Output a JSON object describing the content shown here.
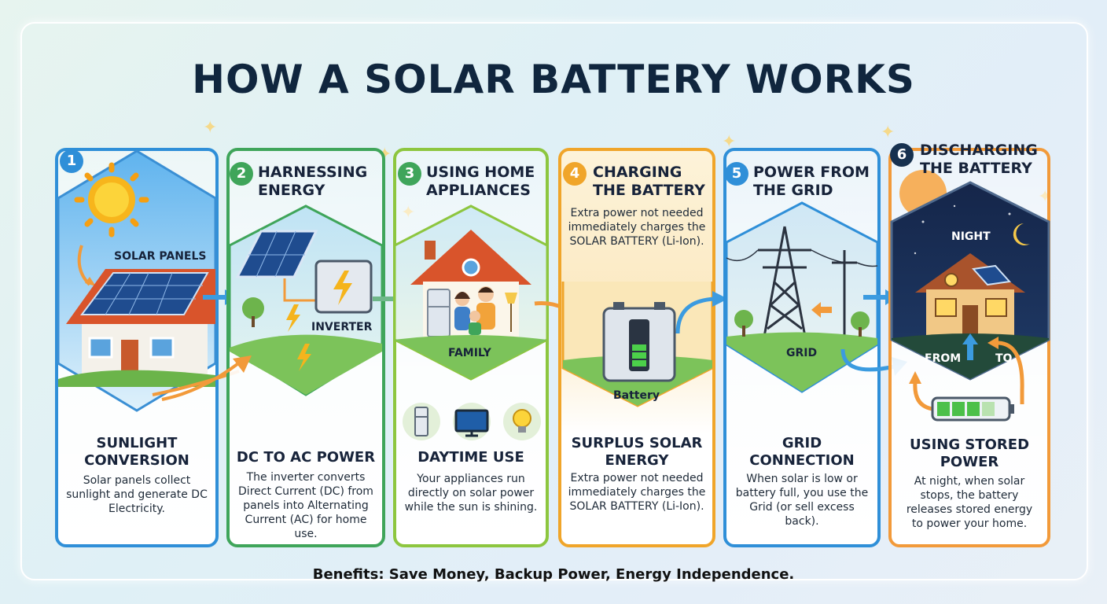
{
  "title": "HOW A SOLAR BATTERY WORKS",
  "footer": "Benefits: Save Money, Backup Power, Energy Independence.",
  "colors": {
    "step1": "#2f8fd8",
    "step2": "#3fa55a",
    "step3": "#8dc63f",
    "step4": "#f0a52a",
    "step5": "#2f8fd8",
    "step6": "#f29a3a",
    "navy": "#17233a"
  },
  "steps": [
    {
      "number": "1",
      "heading": "",
      "image_label": "SOLAR PANELS",
      "subheading": "SUNLIGHT CONVERSION",
      "description": "Solar panels collect sunlight and generate DC Electricity."
    },
    {
      "number": "2",
      "heading": "HARNESSING ENERGY",
      "image_label": "INVERTER",
      "subheading": "DC TO AC POWER",
      "description": "The inverter converts Direct Current (DC) from panels into Alternating Current (AC) for home use."
    },
    {
      "number": "3",
      "heading": "USING HOME APPLIANCES",
      "image_label": "FAMILY",
      "subheading": "DAYTIME USE",
      "description": "Your appliances run directly on solar power while the sun is shining."
    },
    {
      "number": "4",
      "heading": "CHARGING THE BATTERY",
      "top_note": "Extra power not needed immediately charges the SOLAR BATTERY (Li-Ion).",
      "image_label": "Battery",
      "subheading": "SURPLUS SOLAR ENERGY",
      "description": "Extra power not needed immediately charges the SOLAR BATTERY (Li-Ion)."
    },
    {
      "number": "5",
      "heading": "POWER FROM THE GRID",
      "image_label": "GRID",
      "subheading": "GRID CONNECTION",
      "description": "When solar is low or battery full, you use the Grid (or sell excess back)."
    },
    {
      "number": "6",
      "heading": "DISCHARGING THE BATTERY",
      "image_label": "NIGHT",
      "from_label": "FROM",
      "to_label": "TO",
      "subheading": "USING STORED POWER",
      "description": "At night, when solar stops, the battery releases stored energy to power your home."
    }
  ]
}
